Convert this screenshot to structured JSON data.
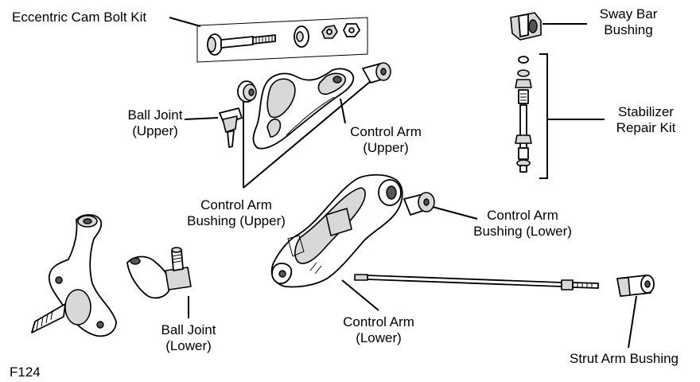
{
  "labels": {
    "eccentric_cam_bolt_kit": "Eccentric Cam Bolt Kit",
    "sway_bar_bushing_1": "Sway Bar",
    "sway_bar_bushing_2": "Bushing",
    "stabilizer_repair_kit_1": "Stabilizer",
    "stabilizer_repair_kit_2": "Repair Kit",
    "ball_joint_upper_1": "Ball Joint",
    "ball_joint_upper_2": "(Upper)",
    "control_arm_upper_1": "Control Arm",
    "control_arm_upper_2": "(Upper)",
    "control_arm_bushing_upper_1": "Control Arm",
    "control_arm_bushing_upper_2": "Bushing (Upper)",
    "control_arm_bushing_lower_1": "Control Arm",
    "control_arm_bushing_lower_2": "Bushing (Lower)",
    "ball_joint_lower_1": "Ball Joint",
    "ball_joint_lower_2": "(Lower)",
    "control_arm_lower_1": "Control Arm",
    "control_arm_lower_2": "(Lower)",
    "strut_arm_bushing": "Strut Arm Bushing",
    "figure_code": "F124"
  }
}
